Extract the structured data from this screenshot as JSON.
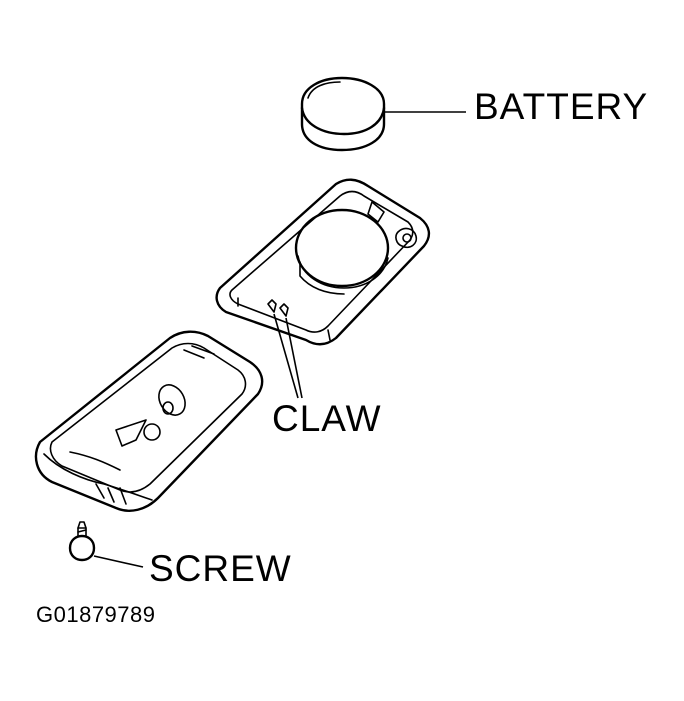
{
  "labels": {
    "battery": "BATTERY",
    "claw": "CLAW",
    "screw": "SCREW"
  },
  "figure_id": "G01879789",
  "colors": {
    "ink": "#000000",
    "paper": "#ffffff"
  }
}
